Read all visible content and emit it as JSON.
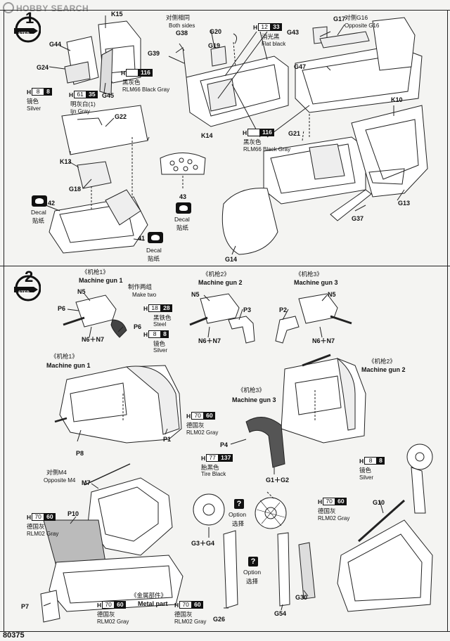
{
  "watermark": "HOBBY SEARCH",
  "page_number": "80375",
  "step1": {
    "step_label": "STEP",
    "step_number": "1",
    "labels": {
      "k15": "K15",
      "g44": "G44",
      "g24": "G24",
      "g45": "G45",
      "g22": "G22",
      "k13": "K13",
      "g18": "G18",
      "n42": "42",
      "n41": "41",
      "n43": "43",
      "g38": "G38",
      "g39": "G39",
      "g20": "G20",
      "g19": "G19",
      "k14": "K14",
      "g43": "G43",
      "g17": "G17",
      "g47": "G47",
      "k10": "K10",
      "g21": "G21",
      "g13": "G13",
      "g37": "G37",
      "g14": "G14"
    },
    "both_sides_cn": "对侧相同",
    "both_sides_en": "Both sides",
    "opposite_g16_cn": "对侧G16",
    "opposite_g16_en": "Opposite G16",
    "paint_silver": {
      "num": "8",
      "code": "8",
      "cn": "镜色",
      "en": "Silver"
    },
    "paint_ijn_gray": {
      "num": "61",
      "code": "35",
      "cn": "明灰白(1)",
      "en": "Ijn Gray"
    },
    "paint_black_gray_1": {
      "num": "",
      "code": "116",
      "cn": "黑灰色",
      "en": "RLM66 Black Gray"
    },
    "paint_flat_black": {
      "num": "12",
      "code": "33",
      "cn": "消光黑",
      "en": "Flat black"
    },
    "paint_black_gray_2": {
      "num": "",
      "code": "116",
      "cn": "黑灰色",
      "en": "RLM66 Black Gray"
    },
    "decal_cn": "贴纸",
    "decal_en": "Decal"
  },
  "step2": {
    "step_label": "STEP",
    "step_number": "2",
    "mg1_cn": "《机枪1》",
    "mg1_en": "Machine gun 1",
    "mg2_cn": "《机枪2》",
    "mg2_en": "Machine gun 2",
    "mg3_cn": "《机枪3》",
    "mg3_en": "Machine gun 3",
    "make_two_cn": "制作两组",
    "make_two_en": "Make two",
    "labels": {
      "n5a": "N5",
      "p6a": "P6",
      "p6b": "P6",
      "n6n7a": "N6＋N7",
      "n5b": "N5",
      "p3": "P3",
      "n6n7b": "N6＋N7",
      "p2": "P2",
      "n5c": "N5",
      "n6n7c": "N6＋N7",
      "p8": "P8",
      "p1": "P1",
      "p4": "P4",
      "g1g2": "G1＋G2",
      "m7": "M7",
      "p10": "P10",
      "p7": "P7",
      "g3g4": "G3＋G4",
      "g26": "G26",
      "g54": "G54",
      "g30": "G30",
      "g10": "G10"
    },
    "paint_steel": {
      "num": "18",
      "code": "28",
      "cn": "黑铁色",
      "en": "Steel"
    },
    "paint_silver_a": {
      "num": "8",
      "code": "8",
      "cn": "镜色",
      "en": "Silver"
    },
    "paint_rlm02_a": {
      "num": "70",
      "code": "60",
      "cn": "德国灰",
      "en": "RLM02 Gray"
    },
    "paint_tire": {
      "num": "77",
      "code": "137",
      "cn": "胎黑色",
      "en": "Tire Black"
    },
    "paint_silver_b": {
      "num": "8",
      "code": "8",
      "cn": "镜色",
      "en": "Silver"
    },
    "paint_rlm02_b": {
      "num": "70",
      "code": "60",
      "cn": "德国灰",
      "en": "RLM02 Gray"
    },
    "paint_rlm02_c": {
      "num": "70",
      "code": "60",
      "cn": "德国灰",
      "en": "RLM02 Gray"
    },
    "paint_rlm02_d": {
      "num": "70",
      "code": "60",
      "cn": "德国灰",
      "en": "RLM02 Gray"
    },
    "paint_rlm02_e": {
      "num": "70",
      "code": "60",
      "cn": "德国灰",
      "en": "RLM02 Gray"
    },
    "opposite_m4_cn": "对侧M4",
    "opposite_m4_en": "Opposite M4",
    "option_cn": "选择",
    "option_en": "Option",
    "metal_part_cn": "《金属部件》",
    "metal_part_en": "Metal part"
  },
  "icons": {
    "step": "step-arrow-icon",
    "decal": "decal-sheet-icon",
    "option": "question-mark-icon"
  }
}
